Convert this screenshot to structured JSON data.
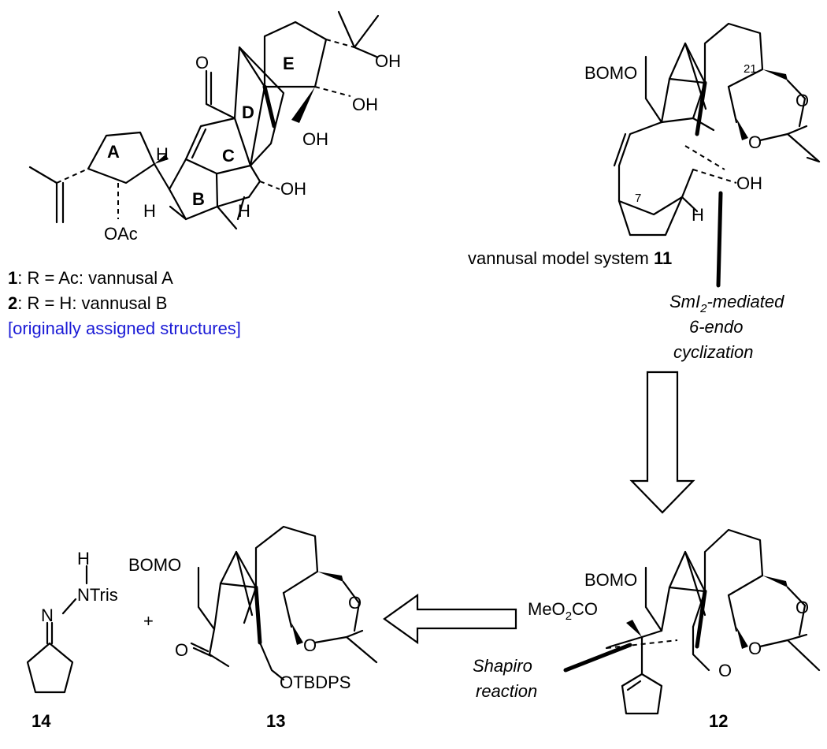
{
  "compound_1_2": {
    "ring_labels": [
      "A",
      "B",
      "C",
      "D",
      "E"
    ],
    "atoms": {
      "h": "H",
      "oh": "OH",
      "oac": "OAc",
      "o": "O"
    },
    "caption_1_num": "1",
    "caption_1_text": ": R = Ac: vannusal A",
    "caption_2_num": "2",
    "caption_2_text": ": R = H:   vannusal B",
    "caption_note": "[originally assigned structures]",
    "caption_note_color": "#1a1ad6"
  },
  "compound_11": {
    "bomo": "BOMO",
    "oh": "OH",
    "h": "H",
    "o": "O",
    "locant_21": "21",
    "locant_7": "7",
    "caption_text": "vannusal model system ",
    "caption_num": "11",
    "disconnection_line1": "SmI",
    "disconnection_sub": "2",
    "disconnection_line1_rest": "-mediated",
    "disconnection_line2": "6-endo",
    "disconnection_line3": "cyclization"
  },
  "compound_12": {
    "bomo": "BOMO",
    "meo2co_a": "MeO",
    "meo2co_sub": "2",
    "meo2co_b": "CO",
    "o": "O",
    "label": "12",
    "disconnection_line1": "Shapiro",
    "disconnection_line2": "reaction"
  },
  "compound_13": {
    "bomo": "BOMO",
    "otbdps": "OTBDPS",
    "o": "O",
    "label": "13"
  },
  "compound_14": {
    "h": "H",
    "ntris": "NTris",
    "n": "N",
    "label": "14"
  },
  "plus_sign": "+",
  "arrows": [
    "retrosynthesis-down",
    "retrosynthesis-left"
  ]
}
